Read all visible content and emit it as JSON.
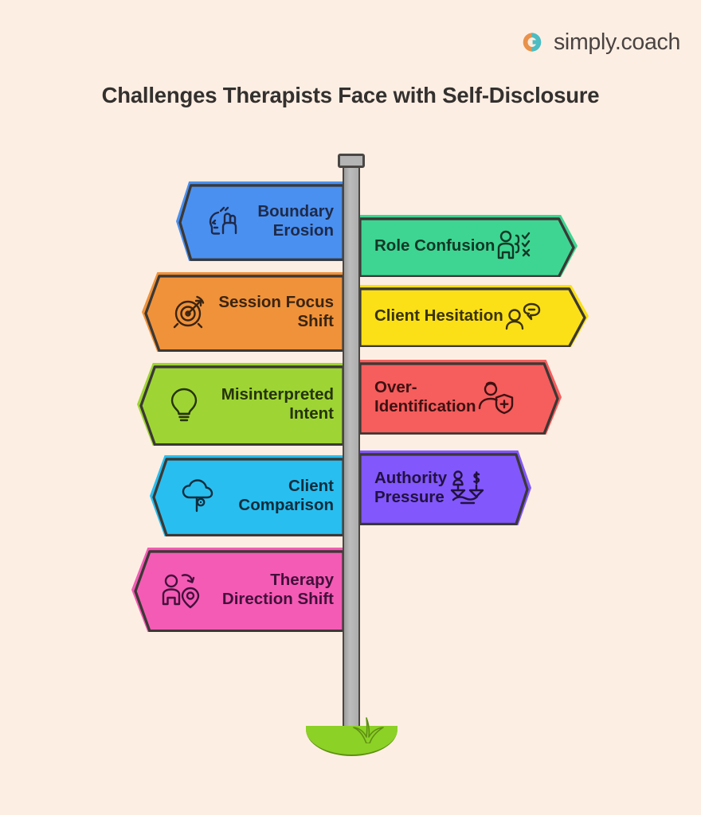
{
  "brand": {
    "name": "simply.coach",
    "icon_left": "orange-c-arc-icon",
    "icon_right": "teal-arrow-icon",
    "color_orange": "#E8914A",
    "color_teal": "#4BBDC3",
    "text_color": "#4A4341"
  },
  "page": {
    "title": "Challenges Therapists Face with Self-Disclosure",
    "background_color": "#FDEEE3",
    "title_color": "#33302E"
  },
  "signpost": {
    "post_color": "#B4B4B4",
    "outline_color": "#4A4643",
    "grass_color": "#8CD126",
    "cap": "post-cap",
    "base": "grass-mound"
  },
  "signs": [
    {
      "label": "Boundary\nErosion",
      "side": "left",
      "color": "#4A90F0",
      "icon": "hand-head-boundary-icon",
      "text_color": "#1E2A4A"
    },
    {
      "label": "Role Confusion",
      "side": "right",
      "color": "#3ED592",
      "icon": "person-checklist-icon",
      "text_color": "#123826"
    },
    {
      "label": "Session Focus\nShift",
      "side": "left",
      "color": "#F0923A",
      "icon": "target-dart-icon",
      "text_color": "#3A2410"
    },
    {
      "label": "Client Hesitation",
      "side": "right",
      "color": "#FBE018",
      "icon": "person-speech-hesitation-icon",
      "text_color": "#3A3208"
    },
    {
      "label": "Misinterpreted\nIntent",
      "side": "left",
      "color": "#9ED534",
      "icon": "lightbulb-icon",
      "text_color": "#26330A"
    },
    {
      "label": "Over-\nIdentification",
      "side": "right",
      "color": "#F65D5D",
      "icon": "person-shield-plus-icon",
      "text_color": "#3E1111"
    },
    {
      "label": "Client\nComparison",
      "side": "left",
      "color": "#29BEF0",
      "icon": "cloud-tree-icon",
      "text_color": "#0E2D3D"
    },
    {
      "label": "Authority\nPressure",
      "side": "right",
      "color": "#8257FB",
      "icon": "balance-scale-money-icon",
      "text_color": "#221142"
    },
    {
      "label": "Therapy\nDirection Shift",
      "side": "left",
      "color": "#F45BB5",
      "icon": "person-direction-pin-icon",
      "text_color": "#41103A"
    }
  ]
}
